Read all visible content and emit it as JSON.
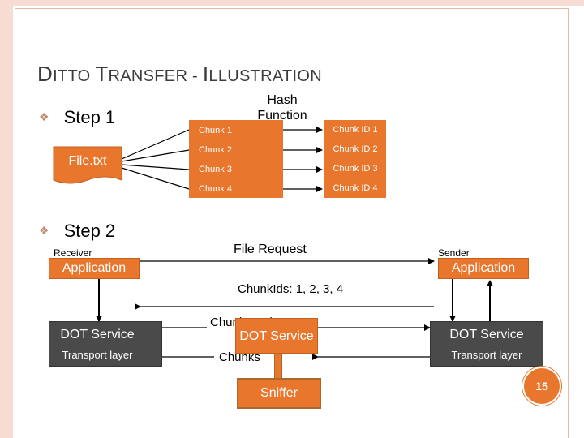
{
  "slide": {
    "title_first_letter": "D",
    "title_part1": "ITTO ",
    "title_second_letter": "T",
    "title_part2": "RANSFER - ",
    "title_third_letter": "I",
    "title_part3": "LLUSTRATION",
    "page_number": "15"
  },
  "step1": {
    "bullet": "Step 1",
    "file_label": "File.txt",
    "hash_function": "Hash Function",
    "chunks": [
      "Chunk 1",
      "Chunk 2",
      "Chunk 3",
      "Chunk 4"
    ],
    "chunk_ids": [
      "Chunk ID 1",
      "Chunk ID 2",
      "Chunk ID 3",
      "Chunk ID 4"
    ]
  },
  "step2": {
    "bullet": "Step 2",
    "receiver_label": "Receiver",
    "sender_label": "Sender",
    "file_request": "File Request",
    "chunk_ids_msg": "ChunkIds: 1, 2, 3, 4",
    "chunk_request_partial": "Chunk      d",
    "chunks_label": "Chunks",
    "receiver_app": "Application",
    "sender_app": "Application",
    "receiver_dot": "DOT Service",
    "receiver_transport": "Transport layer",
    "sender_dot": "DOT Service",
    "sender_transport": "Transport layer",
    "middle_dot": "DOT Service",
    "sniffer": "Sniffer"
  },
  "colors": {
    "accent": "#e8762c",
    "frame": "#f6dcd2",
    "dark_box": "#4a4a4a",
    "sniffer_border": "#a8692b"
  }
}
